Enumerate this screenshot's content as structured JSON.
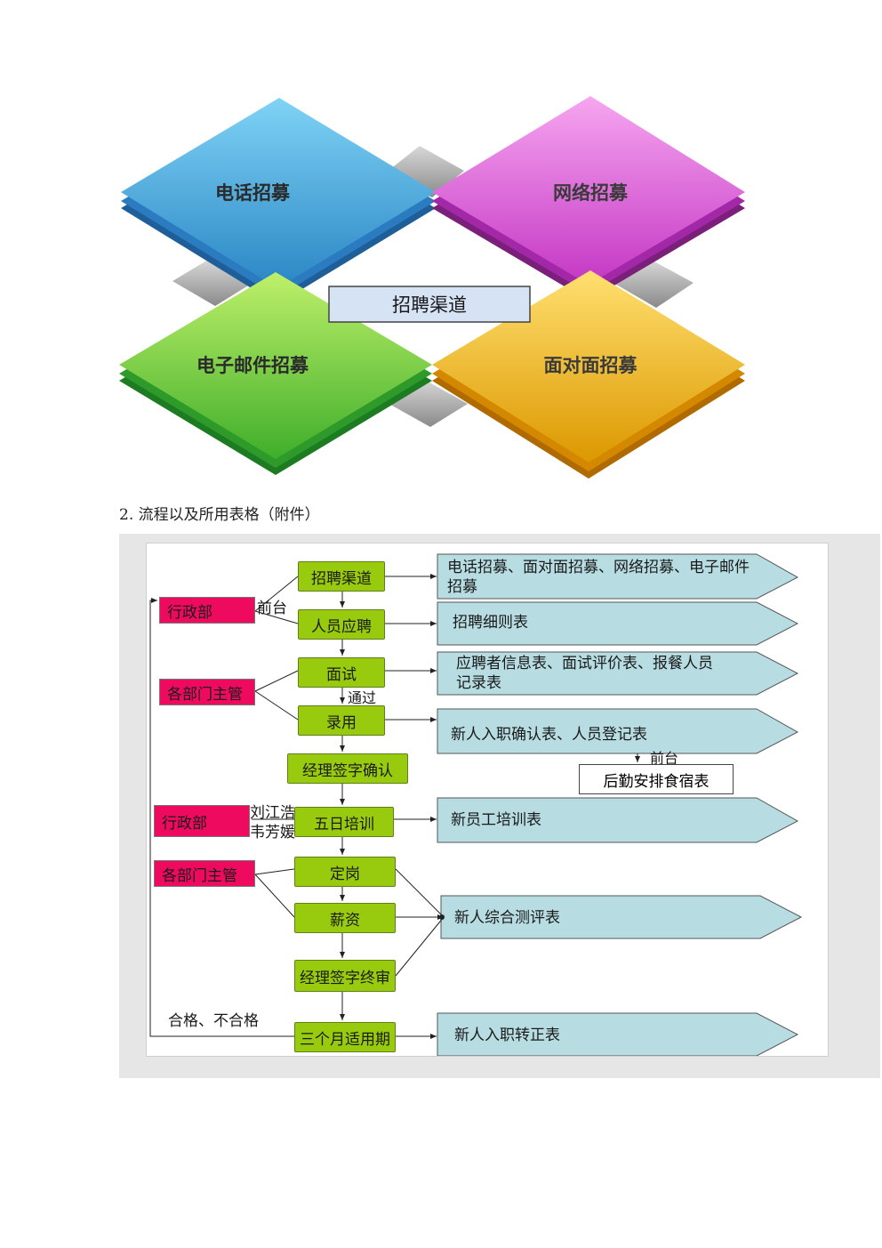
{
  "channels_graphic": {
    "tiles": [
      {
        "label": "电话招募",
        "color": "#3aa4d8"
      },
      {
        "label": "网络招募",
        "color": "#cc33cc"
      },
      {
        "label": "电子邮件招募",
        "color": "#4fc02c"
      },
      {
        "label": "面对面招募",
        "color": "#e8a800"
      }
    ],
    "center_label": "招聘渠道"
  },
  "section_caption": "2. 流程以及所用表格（附件）",
  "flowchart": {
    "steps": [
      "招聘渠道",
      "人员应聘",
      "面试",
      "录用",
      "经理签字确认",
      "五日培训",
      "定岗",
      "薪资",
      "经理签字终审",
      "三个月适用期"
    ],
    "side_tags": [
      "行政部",
      "各部门主管",
      "行政部",
      "各部门主管"
    ],
    "notes": {
      "front_desk_1": "前台",
      "pass": "通过",
      "front_desk_2": "前台",
      "trainer_1": "刘江浩",
      "trainer_2": "韦芳媛",
      "result": "合格、不合格"
    },
    "forms": [
      "电话招募、面对面招募、网络招募、电子邮件招募",
      "招聘细则表",
      "应聘者信息表、面试评价表、报餐人员记录表",
      "新人入职确认表、人员登记表",
      "新员工培训表",
      "新人综合测评表",
      "新人入职转正表"
    ],
    "logistics_form": "后勤安排食宿表"
  },
  "colors": {
    "step_fill": "#98cb0e",
    "tag_fill": "#ee0b5f",
    "form_fill": "#b7dde3"
  }
}
